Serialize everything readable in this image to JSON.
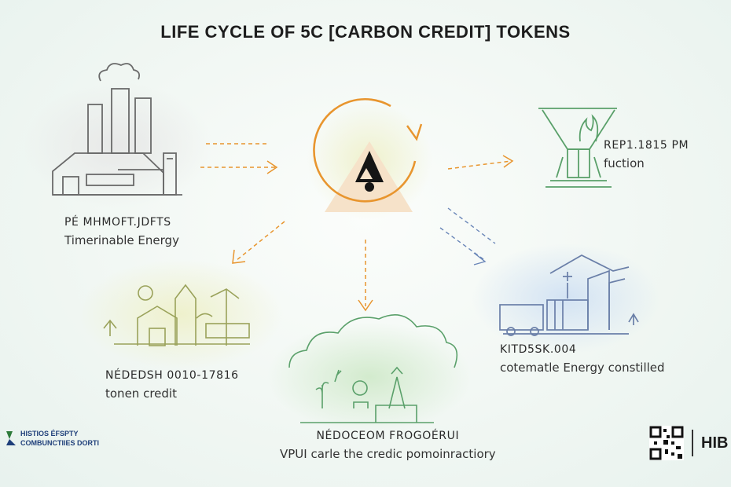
{
  "title": "LIFE CYCLE OF 5C [CARBON CREDIT] TOKENS",
  "nodes": {
    "factory": {
      "line1": "PÉ MHMOFT.JDFTS",
      "line2": "Timerinable Energy"
    },
    "funnel": {
      "line1": "REP1.1815 PM",
      "line2": "fuction"
    },
    "trucks": {
      "line1": "KITD5SK.004",
      "line2": "cotematle Energy constilled"
    },
    "town": {
      "line1": "NÉDEDSH 0010-17816",
      "line2": "tonen credit"
    },
    "park": {
      "line1": "NÉDOCEOM FROGOÉRUI",
      "line2": "VPUI carle the credic pomoinractiory"
    }
  },
  "logo_left": {
    "line1": "HISTIOS ÉFSPTY",
    "line2": "COMBUNCTIIES DORTI"
  },
  "logo_right": {
    "text": "HIB"
  },
  "colors": {
    "orange": "#e8952e",
    "green": "#5aa06a",
    "blue": "#6a86b8",
    "outline": "#6a6a6a"
  }
}
